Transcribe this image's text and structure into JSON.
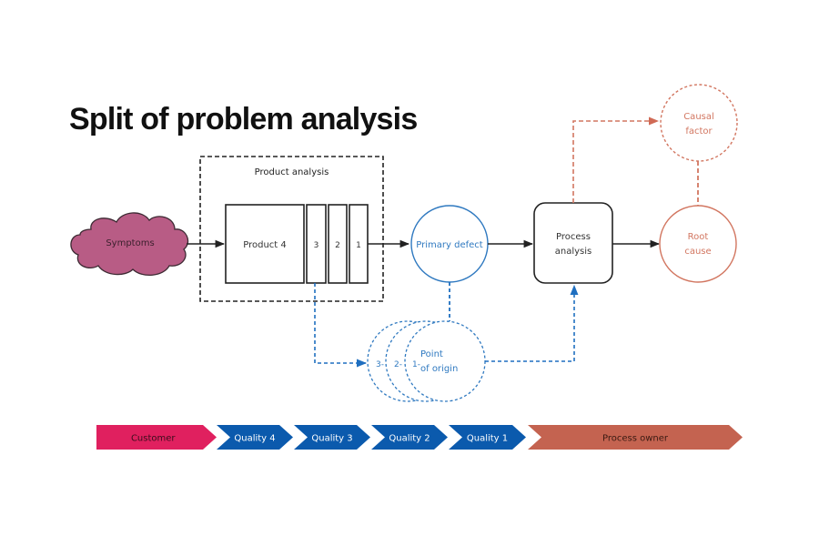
{
  "title": "Split of problem analysis",
  "colors": {
    "black": "#222222",
    "blue": "#2f79c0",
    "blue_band": "#0b5aad",
    "red": "#d27660",
    "red_band": "#c46350",
    "pink_band": "#e0205f",
    "cloud_fill": "#b85c85",
    "cloud_stroke": "#3d2a33"
  },
  "nodes": {
    "symptoms": "Symptoms",
    "product_analysis": "Product analysis",
    "product_4": "Product 4",
    "product_3": "3",
    "product_2": "2",
    "product_1": "1",
    "primary_defect": "Primary defect",
    "process_analysis_line1": "Process",
    "process_analysis_line2": "analysis",
    "root_cause_line1": "Root",
    "root_cause_line2": "cause",
    "causal_factor_line1": "Causal",
    "causal_factor_line2": "factor",
    "point_of_origin_line1": "Point",
    "point_of_origin_line2": "of origin",
    "origin_3": "3-",
    "origin_2": "2-",
    "origin_1": "1-"
  },
  "stages": [
    {
      "label": "Customer",
      "color": "pink"
    },
    {
      "label": "Quality 4",
      "color": "blue"
    },
    {
      "label": "Quality 3",
      "color": "blue"
    },
    {
      "label": "Quality 2",
      "color": "blue"
    },
    {
      "label": "Quality 1",
      "color": "blue"
    },
    {
      "label": "Process owner",
      "color": "red"
    }
  ]
}
